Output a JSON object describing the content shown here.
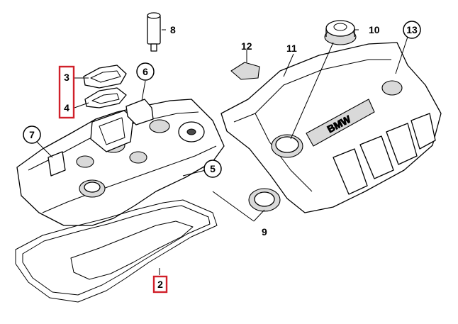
{
  "diagram": {
    "brand_text": "BMW",
    "callouts": {
      "c2": "2",
      "c3": "3",
      "c4": "4",
      "c5": "5",
      "c6": "6",
      "c7": "7",
      "c8": "8",
      "c9": "9",
      "c10": "10",
      "c11": "11",
      "c12": "12",
      "c13": "13"
    },
    "highlight_color": "#d0202a"
  }
}
